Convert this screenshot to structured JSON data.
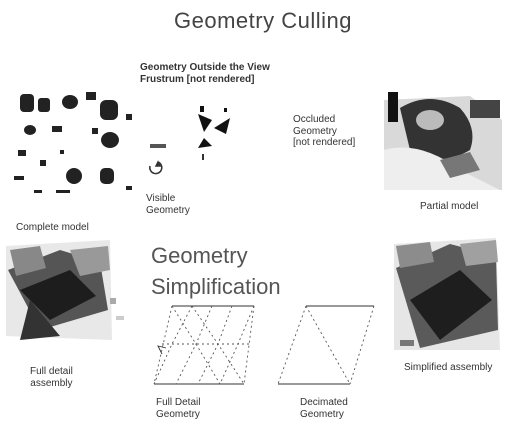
{
  "title": "Geometry Culling",
  "culling": {
    "outside_label": "Geometry Outside the View\nFrustrum [not rendered]",
    "occluded_label": "Occluded\nGeometry\n[not rendered]",
    "visible_label": "Visible\nGeometry",
    "complete_label": "Complete model",
    "partial_label": "Partial model"
  },
  "simplification": {
    "heading_line1": "Geometry",
    "heading_line2": "Simplification",
    "full_assembly_label": "Full detail\nassembly",
    "full_geometry_label": "Full Detail\nGeometry",
    "decimated_label": "Decimated\nGeometry",
    "simplified_label": "Simplified assembly"
  }
}
